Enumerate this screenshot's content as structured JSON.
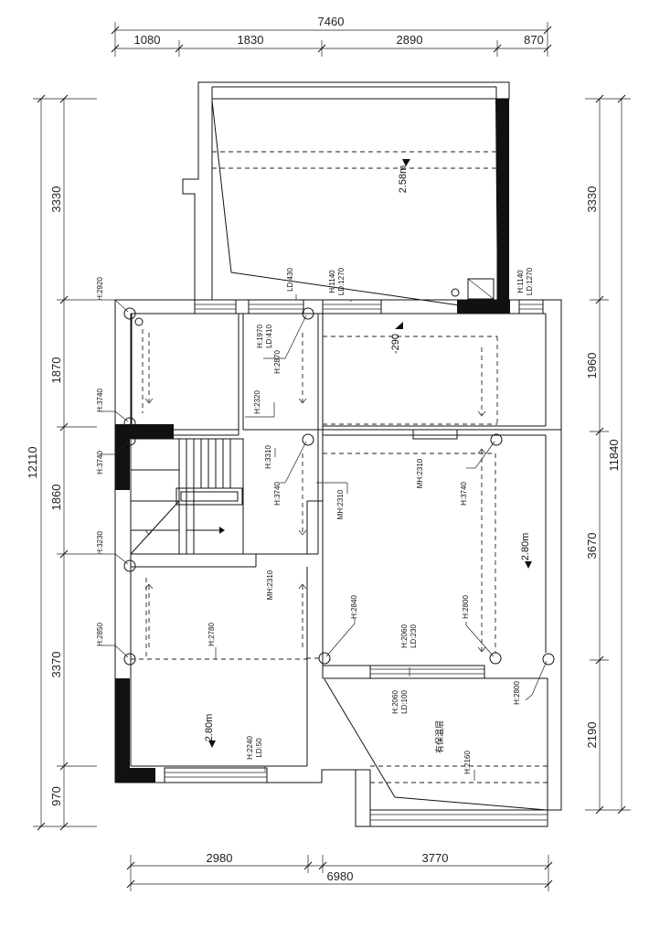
{
  "dimensions": {
    "top_total": "7460",
    "top_segments": [
      "1080",
      "1830",
      "2890",
      "870"
    ],
    "left_total": "12110",
    "left_segments": [
      "3330",
      "1870",
      "1860",
      "3370",
      "970"
    ],
    "right_total": "11840",
    "right_segments": [
      "3330",
      "1960",
      "3670",
      "2190"
    ],
    "bottom_segments": [
      "2980",
      "3770"
    ],
    "bottom_total": "6980"
  },
  "annotations": {
    "h2920": "H:2920",
    "h3740a": "H:3740",
    "h3740b": "H:3740",
    "h3230": "H:3230",
    "h2850": "H:2850",
    "h1970": "H:1970",
    "ld410": "LD:410",
    "h2870": "H:2870",
    "h2320": "H:2320",
    "h3310": "H:3310",
    "h3740c": "H:3740",
    "mh2310a": "MH:2310",
    "mh2310b": "MH:2310",
    "mh2310c": "MH:2310",
    "h3740d": "H:3740",
    "h2780": "H:2780",
    "h2240": "H:2240",
    "ld50": "LD:50",
    "h2840": "H:2840",
    "h2800a": "H:2800",
    "h2060a": "H:2060",
    "ld230": "LD:230",
    "h2060b": "H:2060",
    "ld100": "LD:100",
    "h2800b": "H:2800",
    "h2160": "H:2160",
    "ld430": "LD:430",
    "h1140a": "H:1140",
    "ld1270a": "LD:1270",
    "h1140b": "H:1140",
    "ld1270b": "LD:1270",
    "insulation": "有保温层"
  },
  "elevations": {
    "e258": "2.58m",
    "e290": "-290",
    "e280a": "2.80m",
    "e280b": "2.80m"
  }
}
